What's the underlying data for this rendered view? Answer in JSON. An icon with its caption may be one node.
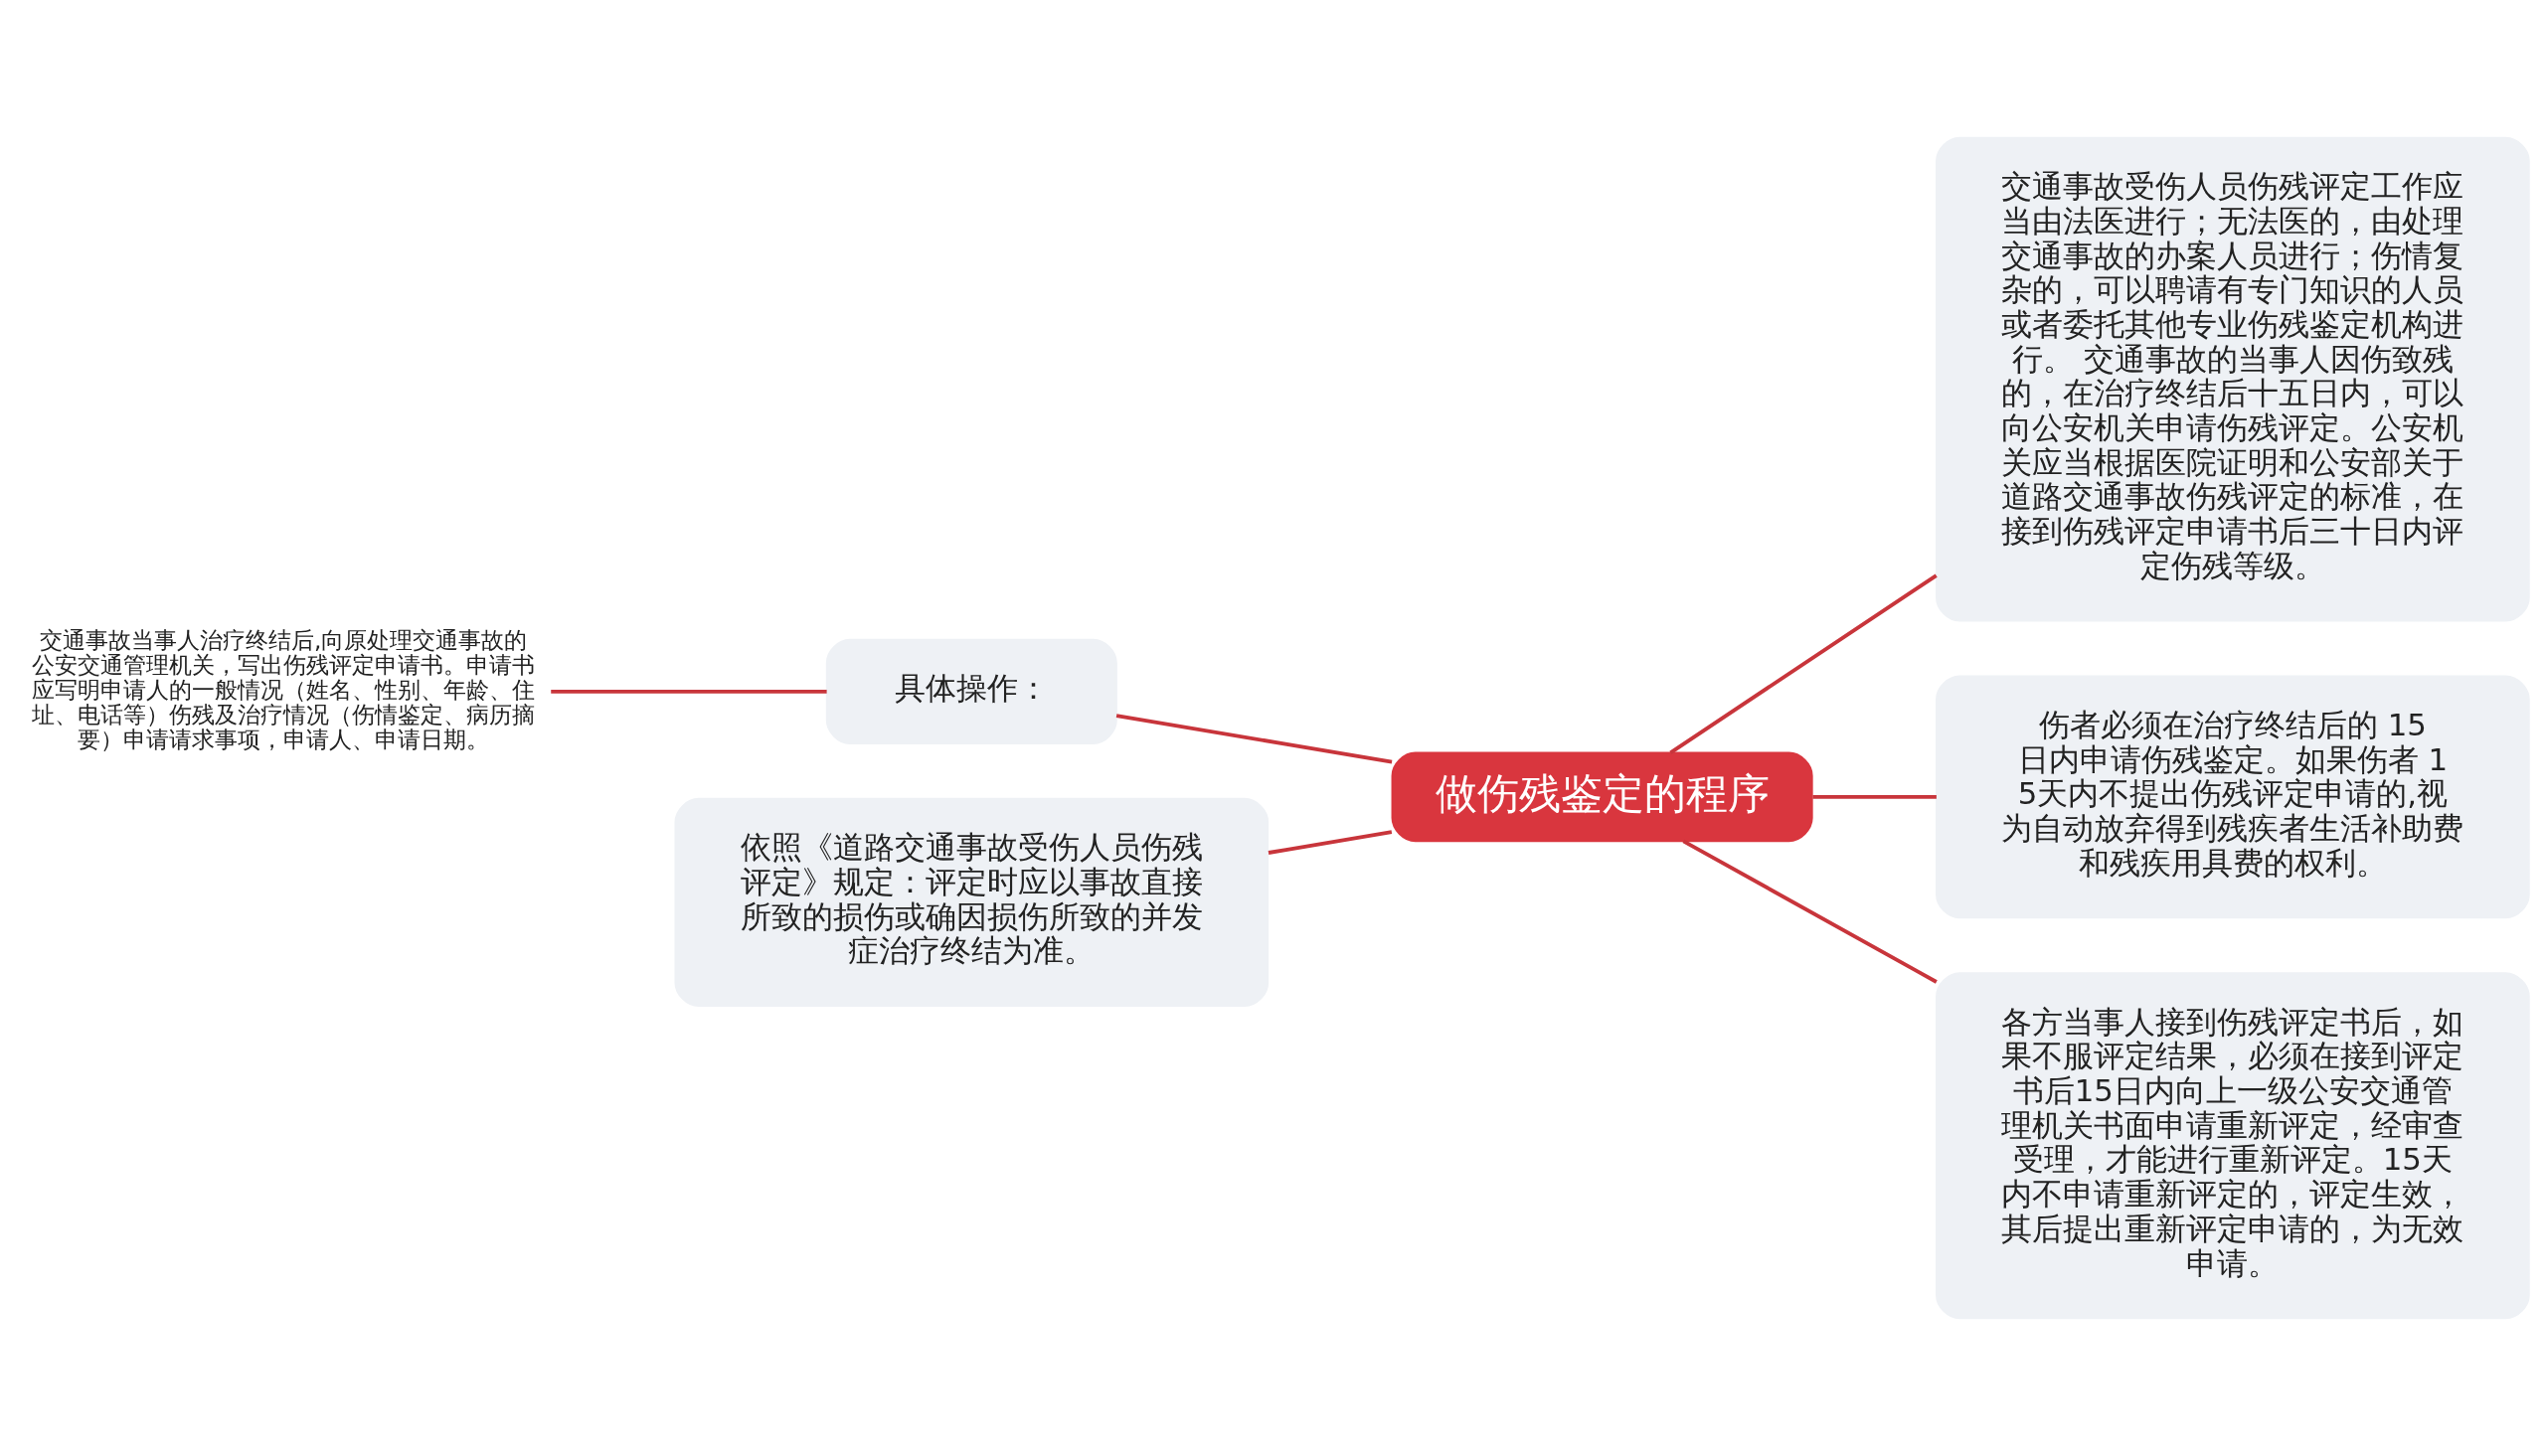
{
  "diagram": {
    "nodes": [
      {
        "text": [
          "做伤残鉴定的程序"
        ]
      },
      {
        "text": [
          "具体操作："
        ]
      },
      {
        "text": [
          "交通事故当事人治疗终结后,向原处理交通事故的公安交通管理机关，写出伤残评定申请书。申请书应写明申请人的一般情况（姓名、性别、年龄、住址、电话等）伤残及治疗情况（伤情鉴定、病历摘要）申请请求事项，申请人、申请日期。"
        ]
      },
      {
        "text": [
          "依照《道路交通事故受伤人员伤残评定》规定：评定时应以事故直接所致的损伤或确因损伤所致的并发症治疗终结为准。"
        ]
      },
      {
        "text": [
          "交通事故受伤人员伤残评定工作应当由法医进行；无法医的，由处理交通事故的办案人员进行；伤情复杂的，可以聘请有专门知识的人员或者委托其他专业伤残鉴定机构进行。 交通事故的当事人因伤致残的，在治疗终结后十五日内，可以向公安机关申请伤残评定。公安机关应当根据医院证明和公安部关于道路交通事故伤残评定的标准，在接到伤残评定申请书后三十日内评定伤残等级。"
        ]
      },
      {
        "text": [
          "伤者必须在治疗终结后的 15 日内申请伤残鉴定。如果伤者 15天内不提出伤残评定申请的,视为自动放弃得到残疾者生活补助费和残疾用具费的权利。"
        ]
      },
      {
        "text": [
          "各方当事人接到伤残评定书后，如果不服评定结果，必须在接到评定书后15日内向上一级公安交通管理机关书面申请重新评定，经审查受理，才能进行重新评定。15天内不申请重新评定的，评定生效，其后提出重新评定申请的，为无效申请。"
        ]
      }
    ],
    "edges": [
      {
        "from": 0,
        "to": 1,
        "arrow": "none"
      },
      {
        "from": 1,
        "to": 2,
        "arrow": "none"
      },
      {
        "from": 0,
        "to": 3,
        "arrow": "none"
      },
      {
        "from": 0,
        "to": 4,
        "arrow": "none"
      },
      {
        "from": 0,
        "to": 5,
        "arrow": "none"
      },
      {
        "from": 0,
        "to": 6,
        "arrow": "none"
      }
    ]
  }
}
